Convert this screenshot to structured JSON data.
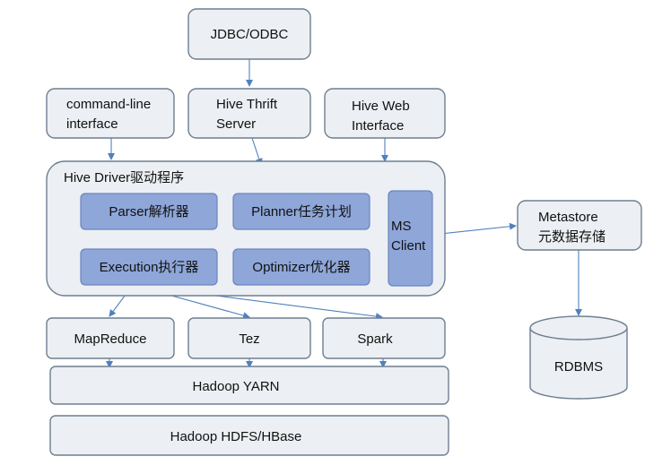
{
  "nodes": {
    "jdbc": "JDBC/ODBC",
    "cli": [
      "command-line",
      "interface"
    ],
    "thrift": [
      "Hive Thrift",
      "Server"
    ],
    "web": [
      "Hive Web",
      "Interface"
    ],
    "driver": "Hive Driver驱动程序",
    "parser": "Parser解析器",
    "planner": "Planner任务计划",
    "execution": "Execution执行器",
    "optimizer": "Optimizer优化器",
    "ms_client": [
      "MS",
      "Client"
    ],
    "metastore": [
      "Metastore",
      "元数据存储"
    ],
    "rdbms": "RDBMS",
    "mapreduce": "MapReduce",
    "tez": "Tez",
    "spark": "Spark",
    "yarn": "Hadoop YARN",
    "hdfs": "Hadoop HDFS/HBase"
  },
  "colors": {
    "box_fill": "#eceff3",
    "box_stroke": "#6f7f90",
    "component_fill": "#8ea6d8",
    "arrow": "#4f81bd"
  }
}
